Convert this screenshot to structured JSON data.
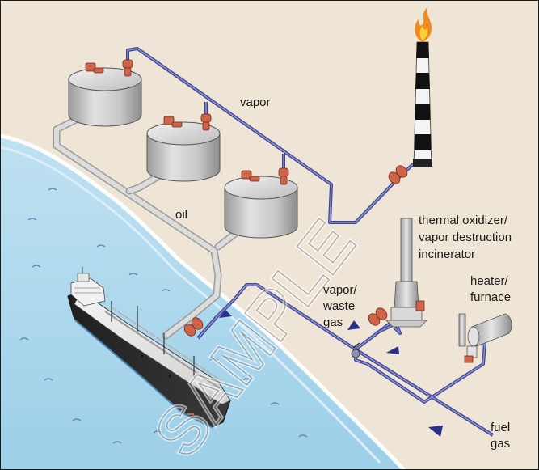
{
  "labels": {
    "vapor": "vapor",
    "oil": "oil",
    "vapor_waste_gas": [
      "vapor/",
      "waste",
      "gas"
    ],
    "thermal_oxidizer": [
      "thermal oxidizer/",
      "vapor destruction",
      "incinerator"
    ],
    "heater_furnace": [
      "heater/",
      "furnace"
    ],
    "fuel_gas": [
      "fuel",
      "gas"
    ]
  },
  "watermark": "SAMPLE",
  "colors": {
    "ground": "#efe5d6",
    "sea": "#aed8ec",
    "pipe_vapor": "#5a5fa8",
    "pipe_oil": "#c8c8c8",
    "valve": "#d06448",
    "flame": "#f08a1c",
    "arrow": "#2a2f8a"
  },
  "icons": [
    "storage-tank-icon",
    "flare-stack-icon",
    "tanker-ship-icon",
    "valve-icon",
    "incinerator-icon",
    "furnace-icon",
    "flow-arrow-icon",
    "flame-icon"
  ]
}
